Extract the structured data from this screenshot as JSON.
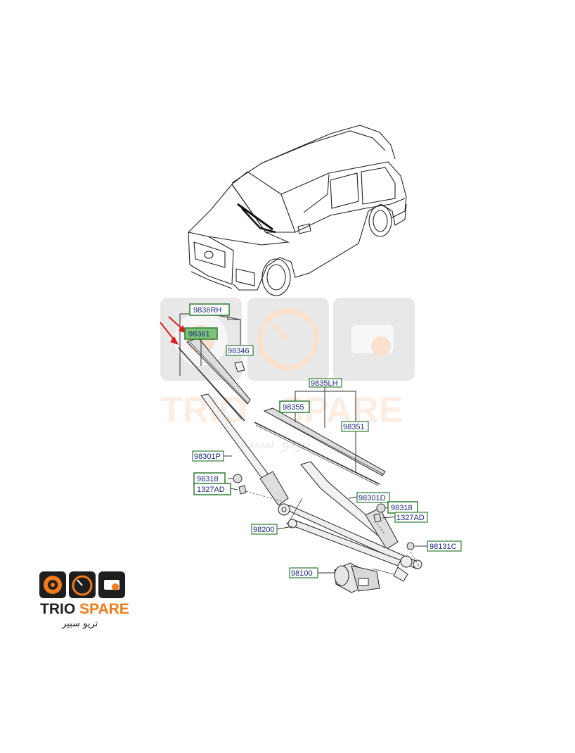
{
  "parts": {
    "p9836RH": "9836RH",
    "p98361": "98361",
    "p98346": "98346",
    "p9835LH": "9835LH",
    "p98355": "98355",
    "p98351": "98351",
    "p98301P": "98301P",
    "p98318a": "98318",
    "p1327ADa": "1327AD",
    "p98301D": "98301D",
    "p98318b": "98318",
    "p1327ADb": "1327AD",
    "p98200": "98200",
    "p98131C": "98131C",
    "p98100": "98100"
  },
  "watermark": {
    "brand_a": "TRIO",
    "brand_b": "SPARE",
    "brand_ar": "تريو سبير"
  },
  "logo": {
    "brand_a": "TRIO",
    "brand_b": "SPARE",
    "brand_ar": "تريو سبير"
  },
  "colors": {
    "label_border": "#2e7d32",
    "label_fill_highlight": "#7ec27a",
    "label_text": "#1a2a7a",
    "arrow": "#d62020",
    "brand_orange": "#f27b1a"
  }
}
